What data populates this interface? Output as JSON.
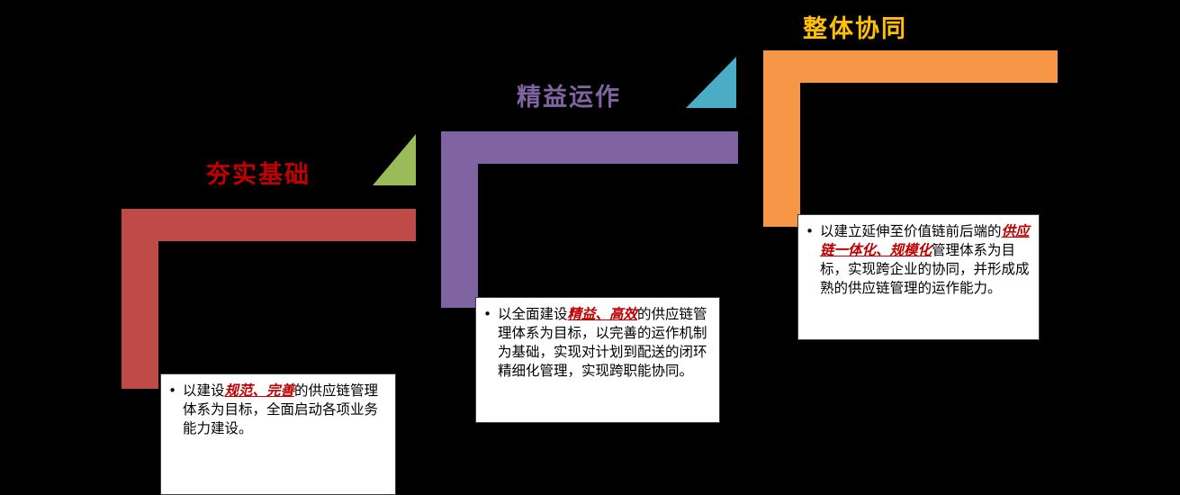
{
  "background": "#000000",
  "box_bg": "#FFFFFF",
  "emphasis_color": "#C00000",
  "steps": [
    {
      "title": "夯实基础",
      "title_color": "#C00000",
      "bar_color": "#BE4B48",
      "triangle_color": "#9BBB59",
      "bullet": "•",
      "text_prefix": "以建设",
      "text_emphasis": "规范、完善",
      "text_suffix": "的供应链管理体系为目标，全面启动各项业务能力建设。"
    },
    {
      "title": "精益运作",
      "title_color": "#8064A2",
      "bar_color": "#8064A2",
      "triangle_color": "#4BACC6",
      "bullet": "•",
      "text_prefix": "以全面建设",
      "text_emphasis": "精益、高效",
      "text_suffix": "的供应链管理体系为目标，以完善的运作机制为基础，实现对计划到配送的闭环精细化管理，实现跨职能协同。"
    },
    {
      "title": "整体协同",
      "title_color": "#FFC000",
      "bar_color": "#F79646",
      "bullet": "•",
      "text_prefix": "以建立延伸至价值链前后端的",
      "text_emphasis": "供应链一体化、规模化",
      "text_suffix": "管理体系为目标，实现跨企业的协同，并形成成熟的供应链管理的运作能力。"
    }
  ]
}
